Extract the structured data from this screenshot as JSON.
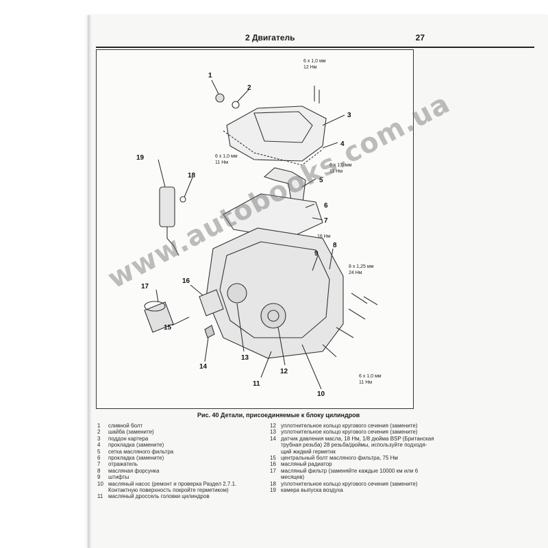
{
  "header": {
    "section": "2 Двигатель",
    "page_number": "27"
  },
  "figure": {
    "caption": "Рис. 40 Детали, присоединяемые к блоку цилиндров",
    "callouts": [
      "1",
      "2",
      "3",
      "4",
      "5",
      "6",
      "7",
      "8",
      "9",
      "10",
      "11",
      "12",
      "13",
      "14",
      "15",
      "16",
      "17",
      "18",
      "19"
    ],
    "torque_notes": [
      {
        "size": "6 x 1,0 мм",
        "torque": "12 Нм"
      },
      {
        "size": "6 x 1,0 мм",
        "torque": "11 Нм"
      },
      {
        "size": "6 x 1,0 мм",
        "torque": "11 Нм"
      },
      {
        "size": "8 x 1,25 мм",
        "torque": "24 Нм"
      },
      {
        "size": "6 x 1,0 мм",
        "torque": "11 Нм"
      }
    ],
    "small_label": "16 Нм"
  },
  "legend": {
    "left": [
      {
        "num": "1",
        "text": "сливной болт"
      },
      {
        "num": "2",
        "text": "шайба (замените)"
      },
      {
        "num": "3",
        "text": "поддон картера"
      },
      {
        "num": "4",
        "text": "прокладка (замените)"
      },
      {
        "num": "5",
        "text": "сетка масляного фильтра"
      },
      {
        "num": "6",
        "text": "прокладка (замените)"
      },
      {
        "num": "7",
        "text": "отражатель"
      },
      {
        "num": "8",
        "text": "масляная форсунка"
      },
      {
        "num": "9",
        "text": "штифты"
      },
      {
        "num": "10",
        "text": "масляный насос (ремонт и проверка Раздел 2.7.1."
      },
      {
        "num": "",
        "text": "Контактную поверхность покройте герметиком)"
      },
      {
        "num": "11",
        "text": "масляный дроссель головки цилиндров"
      }
    ],
    "right": [
      {
        "num": "12",
        "text": "уплотнительное кольцо кругового сечения (замените)"
      },
      {
        "num": "13",
        "text": "уплотнительное кольцо кругового сечения (замените)"
      },
      {
        "num": "14",
        "text": "датчик давления масла, 18 Нм, 1/8 дюйма BSP (Британская"
      },
      {
        "num": "",
        "text": "трубная резьба) 28 резьба/дюймы, используйте подходя-"
      },
      {
        "num": "",
        "text": "щий жидкий герметик"
      },
      {
        "num": "15",
        "text": "центральный болт масляного фильтра, 75 Нм"
      },
      {
        "num": "16",
        "text": "масляный радиатор"
      },
      {
        "num": "17",
        "text": "масляный фильтр (заменяйте каждые 10000 км или 6"
      },
      {
        "num": "",
        "text": "месяцев)"
      },
      {
        "num": "18",
        "text": "уплотнительное кольцо кругового сечения (замените)"
      },
      {
        "num": "19",
        "text": "камера выпуска воздуха"
      }
    ]
  },
  "watermark": "www.autobooks.com.ua"
}
